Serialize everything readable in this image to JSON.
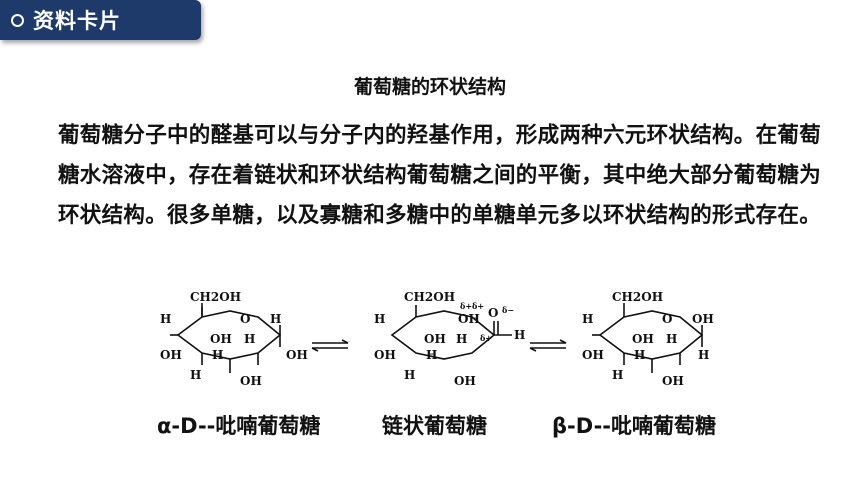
{
  "tag": {
    "label": "资料卡片"
  },
  "card": {
    "title": "葡萄糖的环状结构",
    "paragraph": "葡萄糖分子中的醛基可以与分子内的羟基作用，形成两种六元环状结构。在葡萄糖水溶液中，存在着链状和环状结构葡萄糖之间的平衡，其中绝大部分葡萄糖为环状结构。很多单糖，以及寡糖和多糖中的单糖单元多以环状结构的形式存在。"
  },
  "diagram": {
    "alpha": {
      "ch2oh": "CH2OH",
      "ring_o": "O",
      "h": "H",
      "oh": "OH",
      "caption": "α-D--吡喃葡萄糖"
    },
    "chain": {
      "ch2oh": "CH2OH",
      "oh": "OH",
      "h": "H",
      "carbonyl_o": "O",
      "delta_pp": "δ+δ+",
      "delta_m": "δ−",
      "delta_p": "δ+",
      "caption": "链状葡萄糖"
    },
    "beta": {
      "ch2oh": "CH2OH",
      "ring_o": "O",
      "h": "H",
      "oh": "OH",
      "caption": "β-D--吡喃葡萄糖"
    }
  }
}
